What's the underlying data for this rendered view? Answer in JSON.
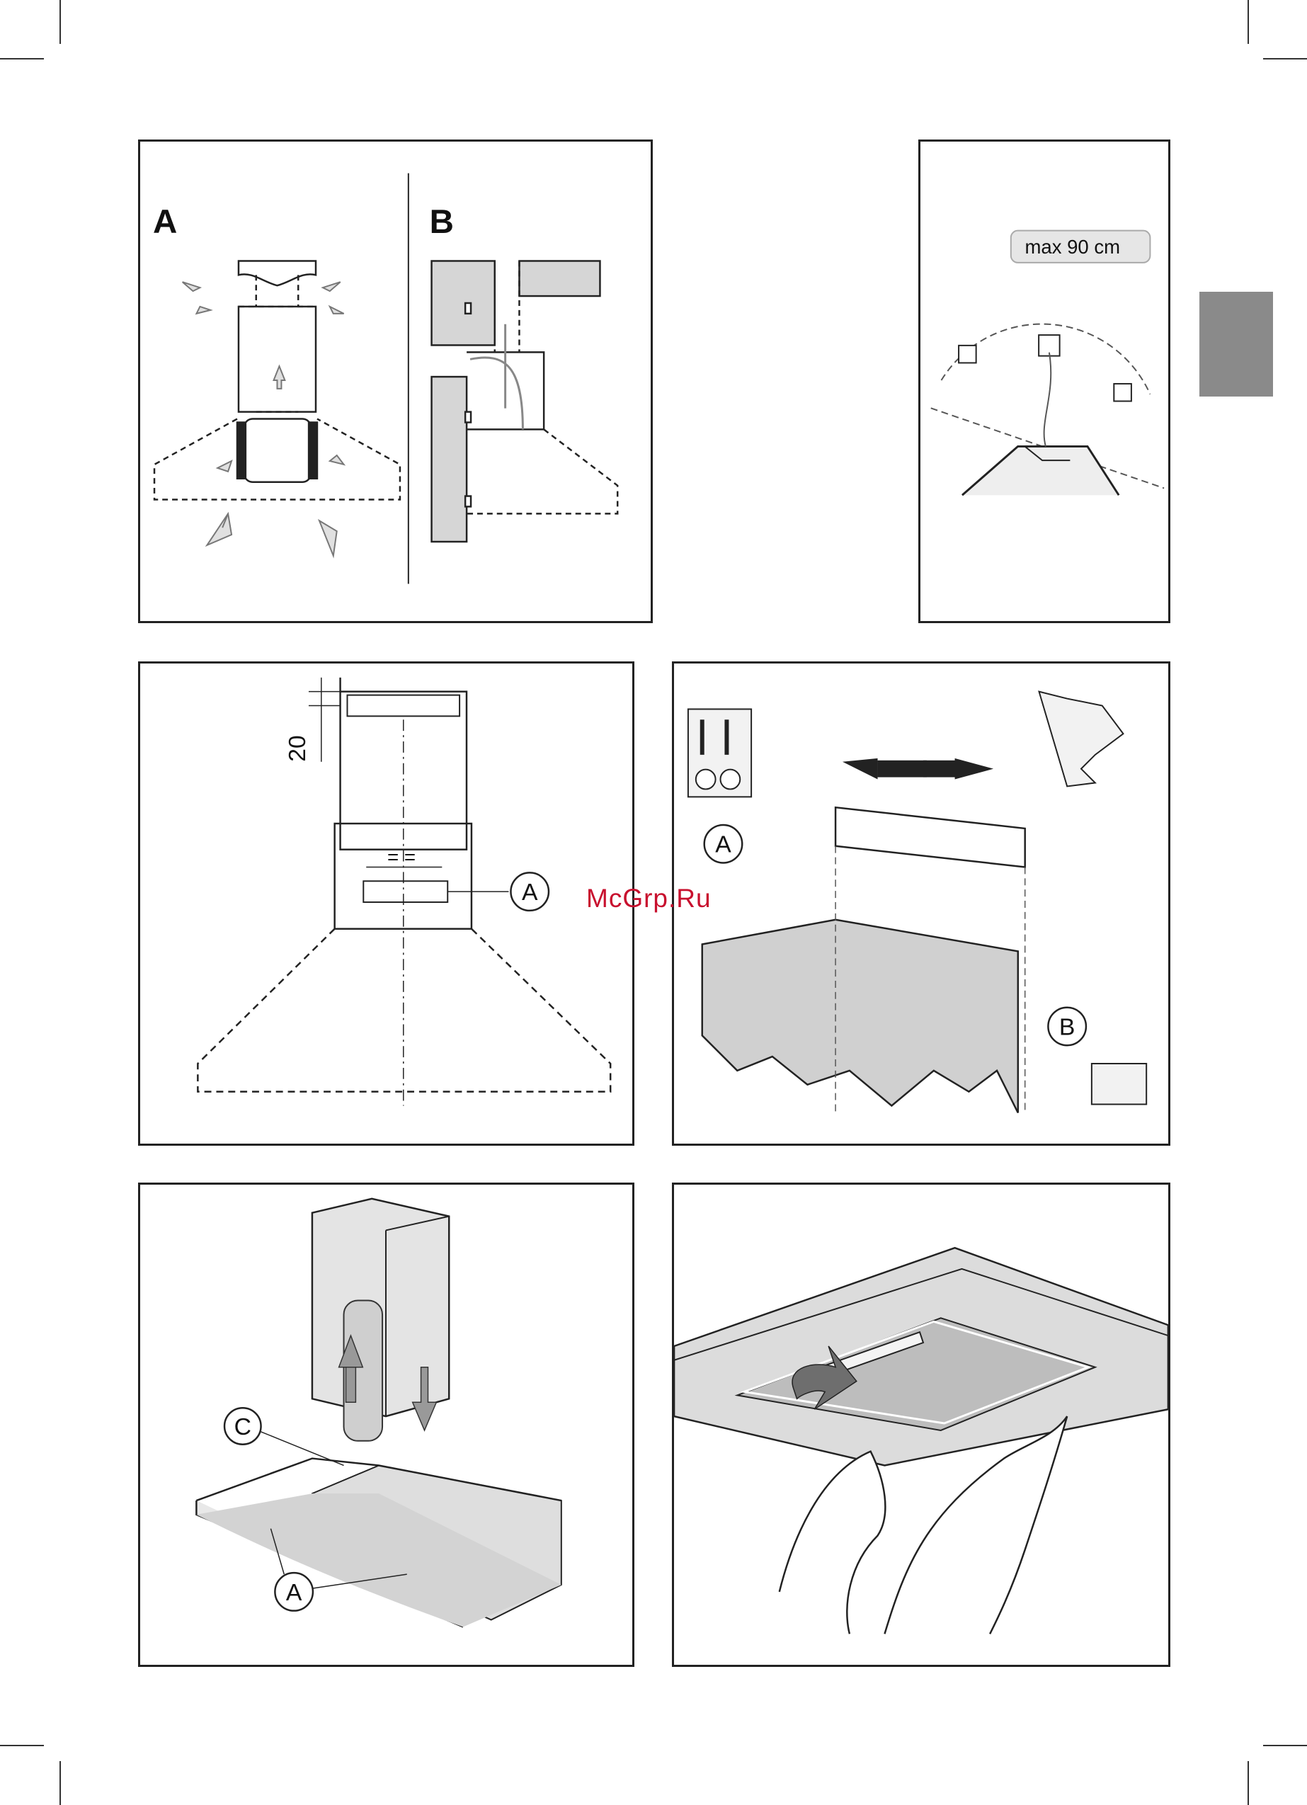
{
  "watermark": "McGrp.Ru",
  "panel_ab": {
    "label_a": "A",
    "label_b": "B"
  },
  "panel_wall": {
    "max_label": "max 90 cm"
  },
  "panel_bracket": {
    "dimension": "20",
    "equal_mark": "= =",
    "callout": "A"
  },
  "panel_drill": {
    "callout_a": "A",
    "callout_b": "B"
  },
  "panel_chimney": {
    "callout_c": "C",
    "callout_a": "A"
  },
  "colors": {
    "line": "#222222",
    "arrow_fill": "#d9d9d9",
    "shade": "#cfcfcf",
    "tab": "#8a8a8a",
    "watermark": "#c8102e"
  }
}
